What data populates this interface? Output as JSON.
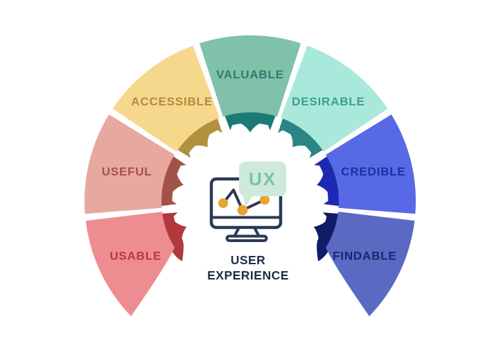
{
  "background": "#ffffff",
  "center": {
    "icon_name": "monitor-with-line-chart-icon",
    "icon_outline_color": "#2a3a55",
    "icon_dot_color": "#e8a52e",
    "bubble_label": "UX",
    "bubble_fill": "#cfe9dc",
    "bubble_text_color": "#79c5a0",
    "title_line1": "USER",
    "title_line2": "EXPERIENCE",
    "title_color": "#1f2c47"
  },
  "segments": [
    {
      "id": "usable",
      "label": "USABLE",
      "fill": "#ee8d91",
      "band": "#b2383d",
      "label_color": "#b43a40"
    },
    {
      "id": "useful",
      "label": "USEFUL",
      "fill": "#e7a89f",
      "band": "#a3524a",
      "label_color": "#a2524b"
    },
    {
      "id": "accessible",
      "label": "ACCESSIBLE",
      "fill": "#f6d88d",
      "band": "#b2913e",
      "label_color": "#ae8d3b"
    },
    {
      "id": "valuable",
      "label": "VALUABLE",
      "fill": "#7fc1a9",
      "band": "#1c7a77",
      "label_color": "#2c7d73"
    },
    {
      "id": "desirable",
      "label": "DESIRABLE",
      "fill": "#a9e9dc",
      "band": "#2a8584",
      "label_color": "#3f9c94"
    },
    {
      "id": "credible",
      "label": "CREDIBLE",
      "fill": "#5769e4",
      "band": "#1c2ab2",
      "label_color": "#1d2f9e"
    },
    {
      "id": "findable",
      "label": "FINDABLE",
      "fill": "#5a69c2",
      "band": "#101c66",
      "label_color": "#17266d"
    }
  ]
}
